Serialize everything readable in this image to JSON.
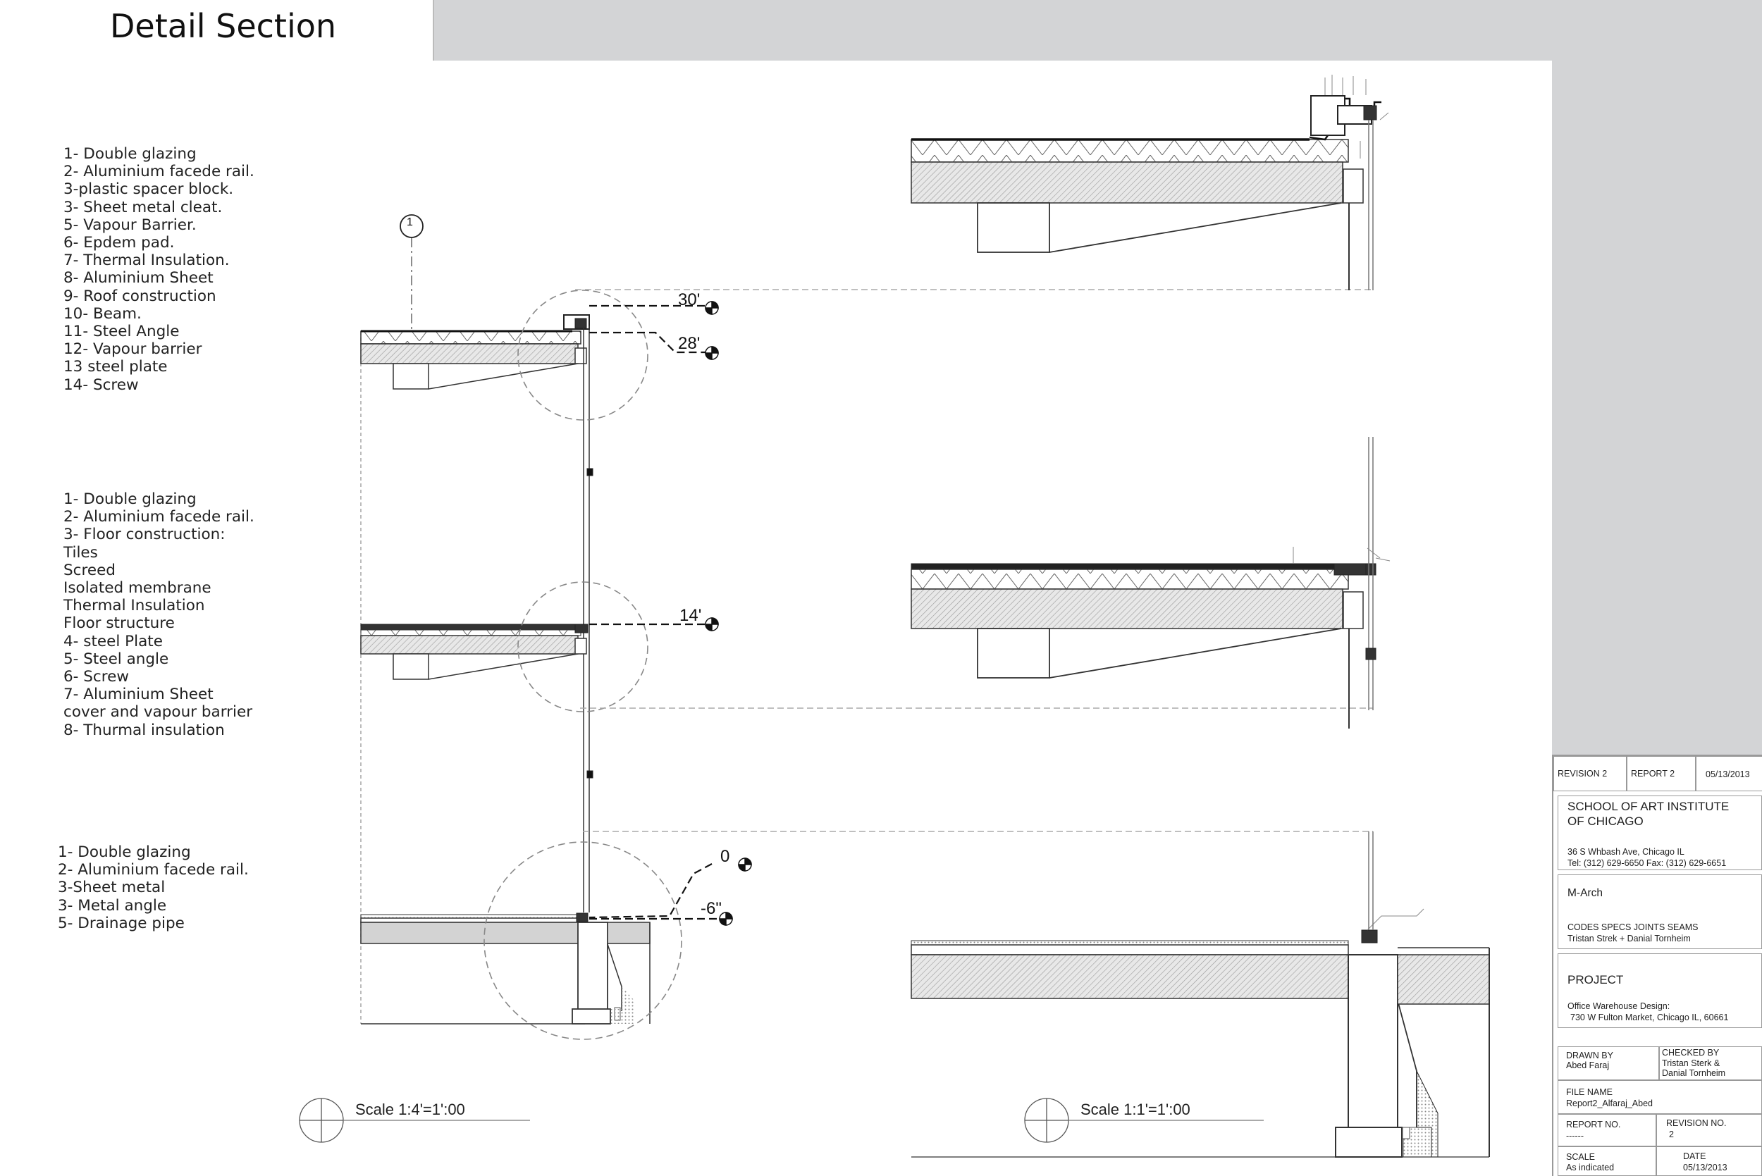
{
  "title": "Detail Section",
  "legend_roof": [
    "1- Double glazing",
    "2- Aluminium facede rail.",
    "3-plastic spacer block.",
    "3- Sheet metal cleat.",
    "5- Vapour Barrier.",
    "6- Epdem pad.",
    "7- Thermal Insulation.",
    "8- Aluminium Sheet",
    "9- Roof construction",
    "10- Beam.",
    "11- Steel Angle",
    "12- Vapour barrier",
    "13 steel plate",
    "14- Screw"
  ],
  "legend_floor": [
    "1- Double glazing",
    "2- Aluminium facede rail.",
    "3- Floor construction:",
    "Tiles",
    "Screed",
    "Isolated membrane",
    "Thermal Insulation",
    "Floor structure",
    "4- steel Plate",
    "5- Steel angle",
    "6- Screw",
    "7- Aluminium Sheet",
    "cover and vapour barrier",
    "8- Thurmal insulation"
  ],
  "legend_base": [
    "1- Double glazing",
    "2- Aluminium facede rail.",
    "3-Sheet metal",
    "3- Metal angle",
    "5- Drainage pipe"
  ],
  "grid_marker": "1",
  "levels": {
    "l30": "30'",
    "l28": "28'",
    "l14": "14'",
    "l0": "0",
    "lm6": "-6\""
  },
  "scales": {
    "left": "Scale 1:4'=1':00",
    "right": "Scale 1:1'=1':00"
  },
  "title_block": {
    "revision": "REVISION 2",
    "report": "REPORT 2",
    "date_top": "05/13/2013",
    "school_line1": "SCHOOL OF ART INSTITUTE",
    "school_line2": "OF CHICAGO",
    "address": "36 S Whbash Ave, Chicago IL",
    "phone": "Tel: (312) 629-6650 Fax: (312) 629-6651",
    "program": "M-Arch",
    "course": "CODES SPECS JOINTS SEAMS",
    "instructors": "Tristan Strek + Danial Tornheim",
    "project_label": "PROJECT",
    "project_name": "Office Warehouse Design:",
    "project_address": "730 W Fulton  Market, Chicago IL, 60661",
    "drawn_by_label": "DRAWN BY",
    "drawn_by": "Abed Faraj",
    "checked_by_label": "CHECKED BY",
    "checked_by_1": "Tristan Sterk &",
    "checked_by_2": "Danial Tornheim",
    "file_name_label": "FILE NAME",
    "file_name": "Report2_Alfaraj_Abed",
    "report_no_label": "REPORT NO.",
    "report_no": "------",
    "revision_no_label": "REVISION NO.",
    "revision_no": "2",
    "scale_label": "SCALE",
    "scale": "As indicated",
    "date_label": "DATE",
    "date": "05/13/2013"
  }
}
